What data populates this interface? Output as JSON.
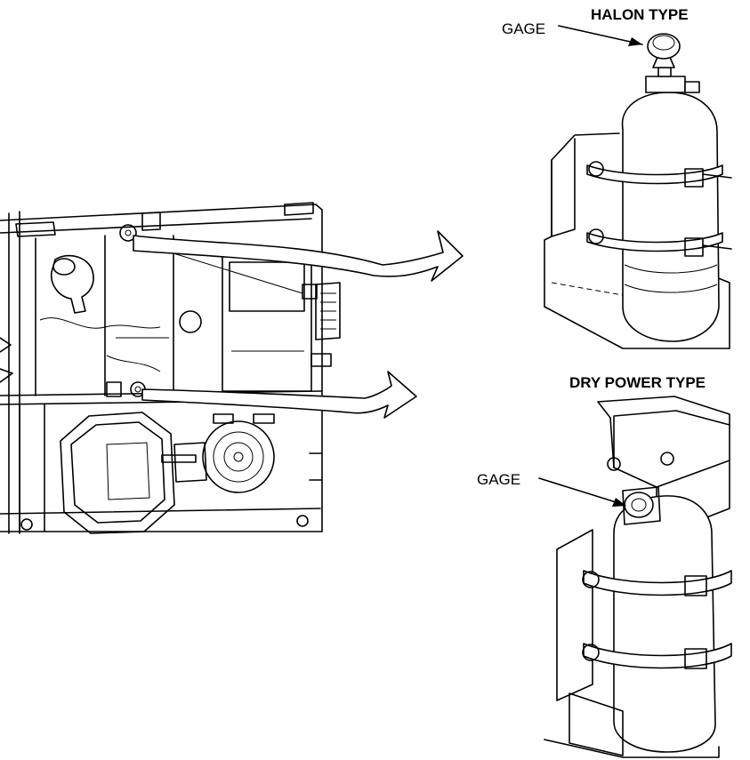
{
  "labels": {
    "halon_type": "HALON TYPE",
    "halon_gage": "GAGE",
    "dry_power_type": "DRY POWER TYPE",
    "dry_gage": "GAGE"
  }
}
